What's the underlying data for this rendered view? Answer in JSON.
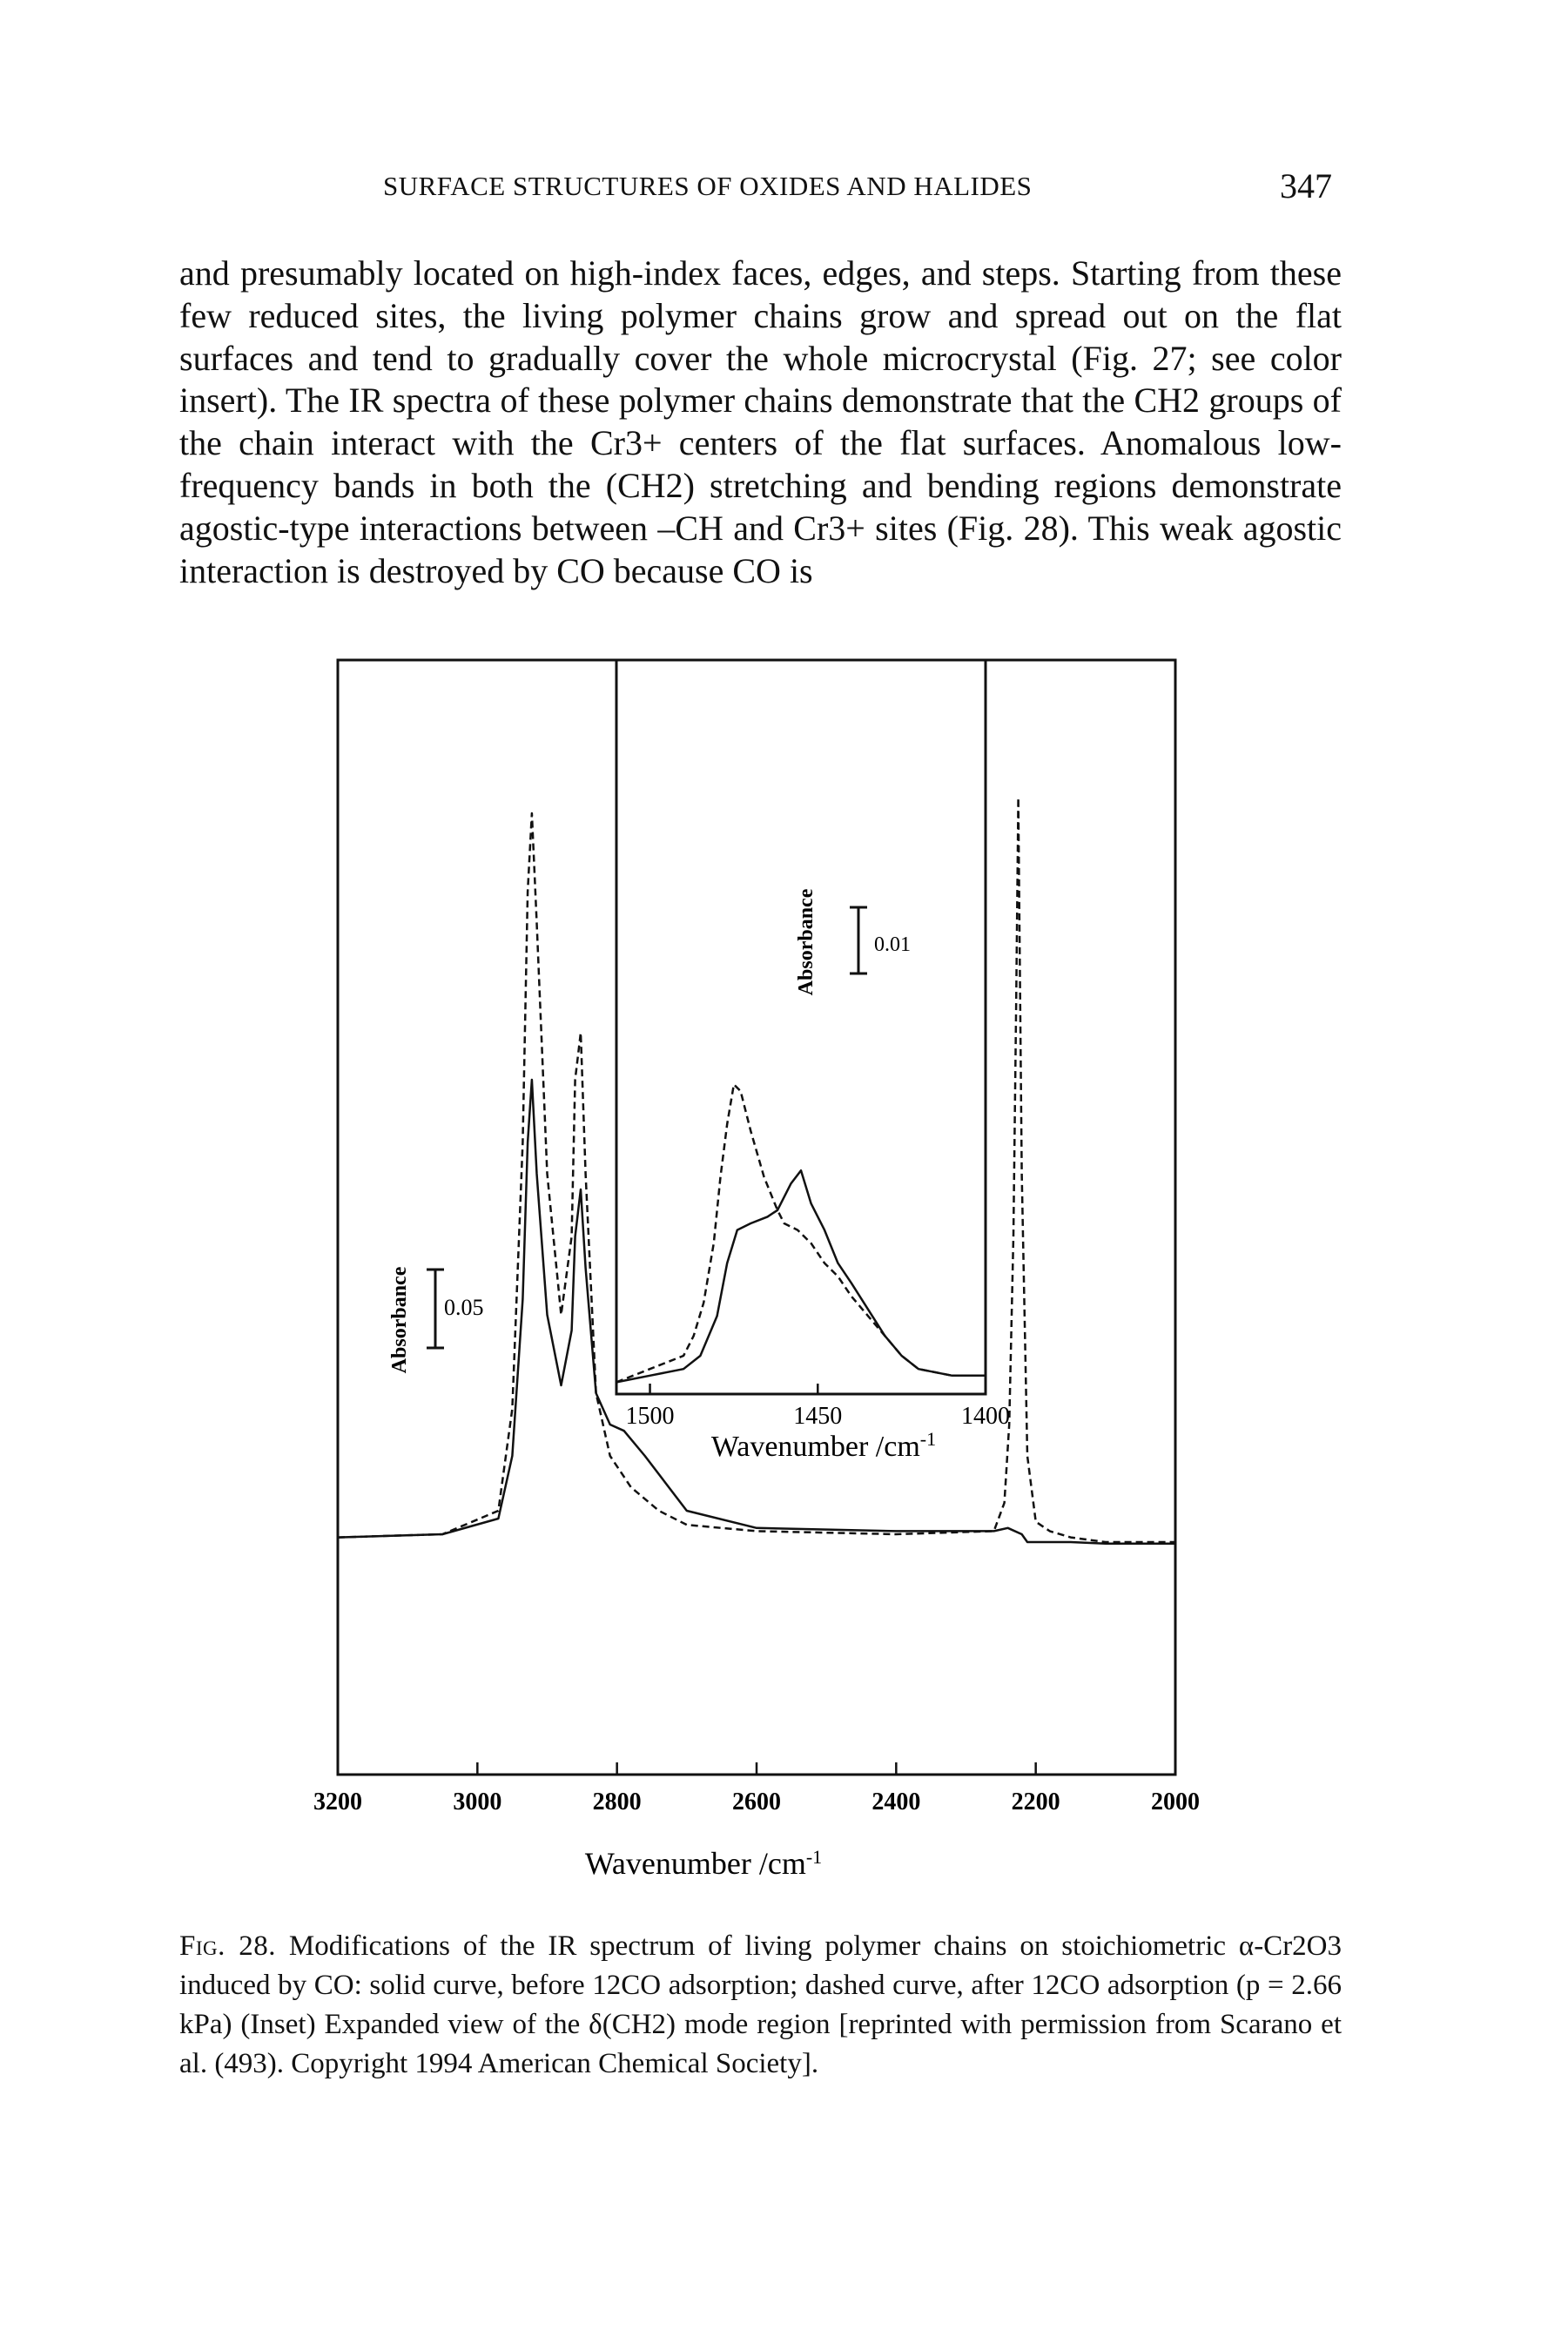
{
  "header": {
    "running_title": "SURFACE STRUCTURES OF OXIDES AND HALIDES",
    "page_number": "347"
  },
  "body": {
    "paragraph": "and presumably located on high-index faces, edges, and steps. Starting from these few reduced sites, the living polymer chains grow and spread out on the flat surfaces and tend to gradually cover the whole microcrystal (Fig. 27; see color insert). The IR spectra of these polymer chains demonstrate that the CH2 groups of the chain interact with the Cr3+ centers of the flat surfaces. Anomalous low-frequency bands in both the (CH2) stretching and bending regions demonstrate agostic-type interactions between –CH and Cr3+ sites (Fig. 28). This weak agostic interaction is destroyed by CO because CO is"
  },
  "figure": {
    "main": {
      "xlabel": "Wavenumber /cm-1",
      "ylabel": "Absorbance",
      "scale_bar_label": "0.05",
      "xticks": [
        "3200",
        "3000",
        "2800",
        "2600",
        "2400",
        "2200",
        "2000"
      ]
    },
    "inset": {
      "xlabel": "Wavenumber /cm-1",
      "ylabel": "Absorbance",
      "scale_bar_label": "0.01",
      "xticks": [
        "1500",
        "1450",
        "1400"
      ]
    }
  },
  "chart_data": [
    {
      "type": "line",
      "title": "",
      "xlabel": "Wavenumber /cm-1",
      "ylabel": "Absorbance",
      "xlim": [
        3200,
        2000
      ],
      "x_reversed": true,
      "y_scale_bar": 0.05,
      "series": [
        {
          "style": "solid",
          "x": [
            3200,
            3050,
            2970,
            2950,
            2935,
            2928,
            2922,
            2915,
            2900,
            2880,
            2865,
            2860,
            2852,
            2845,
            2830,
            2810,
            2790,
            2760,
            2700,
            2600,
            2400,
            2260,
            2240,
            2220,
            2212,
            2205,
            2195,
            2180,
            2150,
            2100,
            2000
          ],
          "y": [
            0.008,
            0.01,
            0.02,
            0.06,
            0.16,
            0.26,
            0.3,
            0.24,
            0.15,
            0.105,
            0.14,
            0.2,
            0.23,
            0.18,
            0.1,
            0.08,
            0.076,
            0.06,
            0.025,
            0.014,
            0.012,
            0.012,
            0.014,
            0.01,
            0.005,
            0.005,
            0.005,
            0.005,
            0.005,
            0.004,
            0.004
          ]
        },
        {
          "style": "dashed",
          "x": [
            3200,
            3050,
            2970,
            2950,
            2935,
            2928,
            2922,
            2915,
            2900,
            2880,
            2865,
            2860,
            2852,
            2845,
            2830,
            2810,
            2780,
            2740,
            2700,
            2600,
            2400,
            2260,
            2245,
            2238,
            2232,
            2228,
            2225,
            2220,
            2212,
            2200,
            2180,
            2150,
            2100,
            2000
          ],
          "y": [
            0.008,
            0.01,
            0.025,
            0.09,
            0.26,
            0.42,
            0.47,
            0.4,
            0.24,
            0.15,
            0.2,
            0.3,
            0.33,
            0.24,
            0.1,
            0.06,
            0.04,
            0.025,
            0.016,
            0.012,
            0.01,
            0.012,
            0.03,
            0.08,
            0.2,
            0.35,
            0.48,
            0.24,
            0.06,
            0.018,
            0.012,
            0.008,
            0.005,
            0.005
          ]
        }
      ]
    },
    {
      "type": "line",
      "title": "",
      "xlabel": "Wavenumber /cm-1",
      "ylabel": "Absorbance",
      "xlim": [
        1510,
        1400
      ],
      "x_reversed": true,
      "y_scale_bar": 0.01,
      "series": [
        {
          "style": "solid",
          "x": [
            1510,
            1500,
            1490,
            1485,
            1480,
            1477,
            1474,
            1470,
            1465,
            1462,
            1458,
            1455,
            1452,
            1448,
            1444,
            1440,
            1435,
            1430,
            1425,
            1420,
            1410,
            1400
          ],
          "y": [
            0.001,
            0.002,
            0.003,
            0.005,
            0.011,
            0.019,
            0.024,
            0.025,
            0.026,
            0.027,
            0.031,
            0.033,
            0.028,
            0.024,
            0.019,
            0.016,
            0.012,
            0.008,
            0.005,
            0.003,
            0.002,
            0.002
          ]
        },
        {
          "style": "dashed",
          "x": [
            1510,
            1500,
            1490,
            1487,
            1484,
            1481,
            1479,
            1477,
            1475,
            1473,
            1470,
            1466,
            1462,
            1460,
            1456,
            1452,
            1448,
            1444,
            1440,
            1435,
            1430,
            1425,
            1420,
            1410,
            1400
          ],
          "y": [
            0.001,
            0.003,
            0.005,
            0.008,
            0.013,
            0.022,
            0.032,
            0.04,
            0.046,
            0.045,
            0.039,
            0.032,
            0.027,
            0.025,
            0.024,
            0.022,
            0.019,
            0.017,
            0.014,
            0.011,
            0.008,
            0.005,
            0.003,
            0.002,
            0.002
          ]
        }
      ]
    }
  ],
  "caption": {
    "label": "Fig. 28.",
    "text": "Modifications of the IR spectrum of living polymer chains on stoichiometric α-Cr2O3 induced by CO: solid curve, before 12CO adsorption; dashed curve, after 12CO adsorption (p = 2.66 kPa) (Inset) Expanded view of the δ(CH2) mode region [reprinted with permission from Scarano et al. (493). Copyright 1994 American Chemical Society]."
  }
}
